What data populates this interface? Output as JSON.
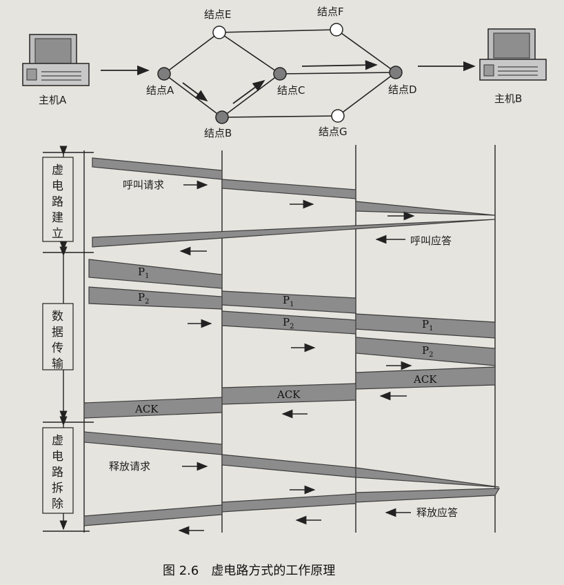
{
  "hosts": {
    "a": "主机A",
    "b": "主机B"
  },
  "nodes": {
    "a": "结点A",
    "b": "结点B",
    "c": "结点C",
    "d": "结点D",
    "e": "结点E",
    "f": "结点F",
    "g": "结点G"
  },
  "phases": {
    "setup": [
      "虚",
      "电",
      "路",
      "建",
      "立"
    ],
    "transfer": [
      "数",
      "据",
      "传",
      "输"
    ],
    "teardown": [
      "虚",
      "电",
      "路",
      "拆",
      "除"
    ]
  },
  "signals": {
    "call_request": "呼叫请求",
    "call_answer": "呼叫应答",
    "release_request": "释放请求",
    "release_answer": "释放应答",
    "ack": "ACK",
    "packet_prefix": "P",
    "p1_sub": "1",
    "p2_sub": "2"
  },
  "caption": "图 2.6　虚电路方式的工作原理",
  "colors": {
    "band": "#8c8c8c",
    "band_stroke": "#3c3c3c",
    "node": "#7d7d7d",
    "line": "#222222"
  }
}
